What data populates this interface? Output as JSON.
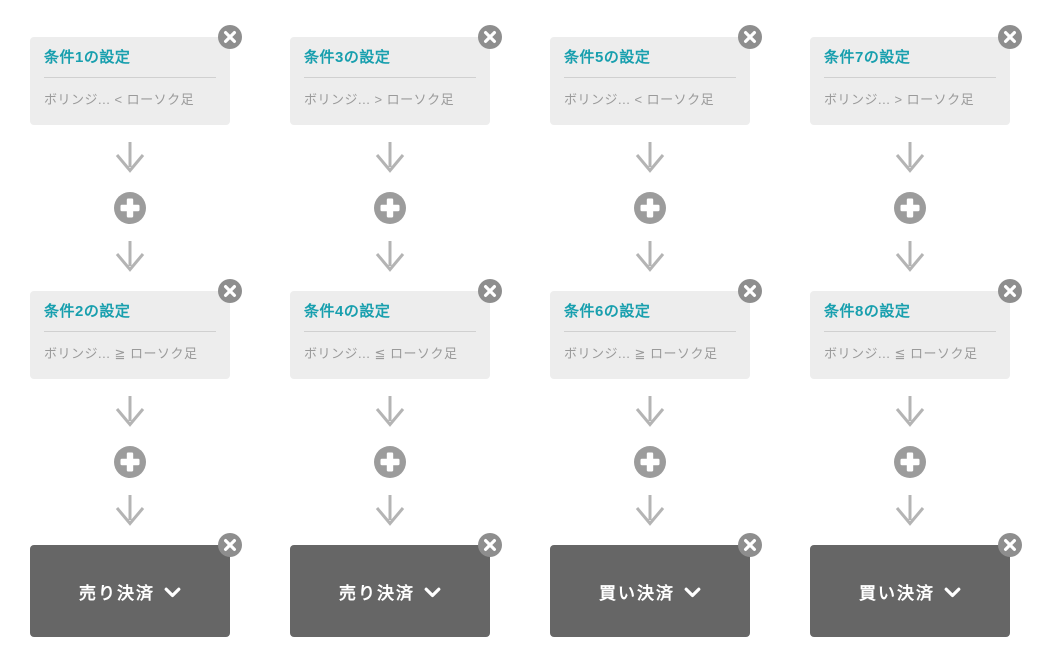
{
  "colors": {
    "accent_teal": "#189fae",
    "card_background": "#ededed",
    "card_divider": "#d0d0d0",
    "condition_text": "#9a9a9a",
    "arrow_gray": "#b4b4b4",
    "add_button_gray": "#9c9c9c",
    "close_button_gray": "#8e8e8e",
    "action_button_gray": "#666666",
    "page_background": "#ffffff"
  },
  "icons": {
    "close": "×",
    "add": "+",
    "arrow_down": "↓",
    "chevron_down": "⌄"
  },
  "columns": [
    {
      "conditions": [
        {
          "title": "条件1の設定",
          "condition": "ボリンジ... < ローソク足"
        },
        {
          "title": "条件2の設定",
          "condition": "ボリンジ... ≧ ローソク足"
        }
      ],
      "action": {
        "label": "売り決済"
      }
    },
    {
      "conditions": [
        {
          "title": "条件3の設定",
          "condition": "ボリンジ... > ローソク足"
        },
        {
          "title": "条件4の設定",
          "condition": "ボリンジ... ≦ ローソク足"
        }
      ],
      "action": {
        "label": "売り決済"
      }
    },
    {
      "conditions": [
        {
          "title": "条件5の設定",
          "condition": "ボリンジ... < ローソク足"
        },
        {
          "title": "条件6の設定",
          "condition": "ボリンジ... ≧ ローソク足"
        }
      ],
      "action": {
        "label": "買い決済"
      }
    },
    {
      "conditions": [
        {
          "title": "条件7の設定",
          "condition": "ボリンジ... > ローソク足"
        },
        {
          "title": "条件8の設定",
          "condition": "ボリンジ... ≦ ローソク足"
        }
      ],
      "action": {
        "label": "買い決済"
      }
    }
  ]
}
